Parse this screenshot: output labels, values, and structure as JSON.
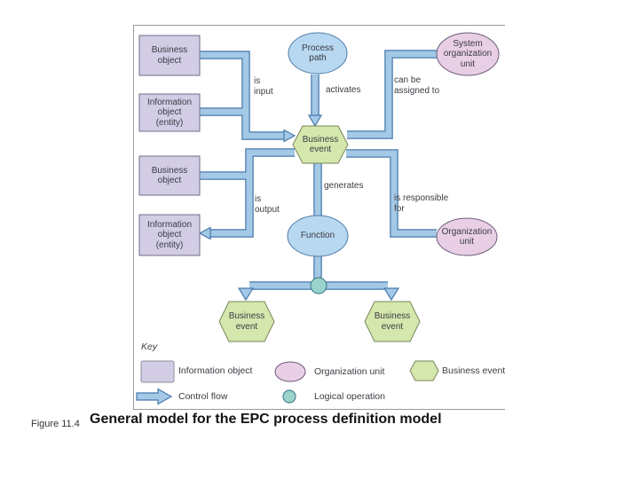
{
  "figure": {
    "label": "Figure 11.4",
    "caption": "General model for the EPC process definition model"
  },
  "diagram": {
    "nodes": {
      "business_object_top": "Business\nobject",
      "information_object_top": "Information\nobject\n(entity)",
      "process_path": "Process\npath",
      "system_organization_unit": "System\norganization\nunit",
      "business_event_main": "Business\nevent",
      "business_object_mid": "Business\nobject",
      "information_object_mid": "Information\nobject\n(entity)",
      "function": "Function",
      "organization_unit": "Organization\nunit",
      "business_event_left": "Business\nevent",
      "business_event_right": "Business\nevent"
    },
    "edge_labels": {
      "is_input": "is\ninput",
      "activates": "activates",
      "can_be_assigned_to": "can be\nassigned to",
      "generates": "generates",
      "is_output": "is\noutput",
      "is_responsible_for": "is responsible\nfor"
    }
  },
  "key": {
    "title": "Key",
    "items": [
      {
        "label": "Information object"
      },
      {
        "label": "Organization unit"
      },
      {
        "label": "Business event"
      },
      {
        "label": "Control flow"
      },
      {
        "label": "Logical operation"
      }
    ]
  },
  "colors": {
    "information_object": "#d2cce4",
    "process_node": "#b7d8f0",
    "organization_unit": "#e8cfe5",
    "business_event": "#d6e7ad",
    "logical_operation": "#9ad3cb",
    "control_flow": "#a4c9e6",
    "control_flow_outline": "#4879ac"
  }
}
